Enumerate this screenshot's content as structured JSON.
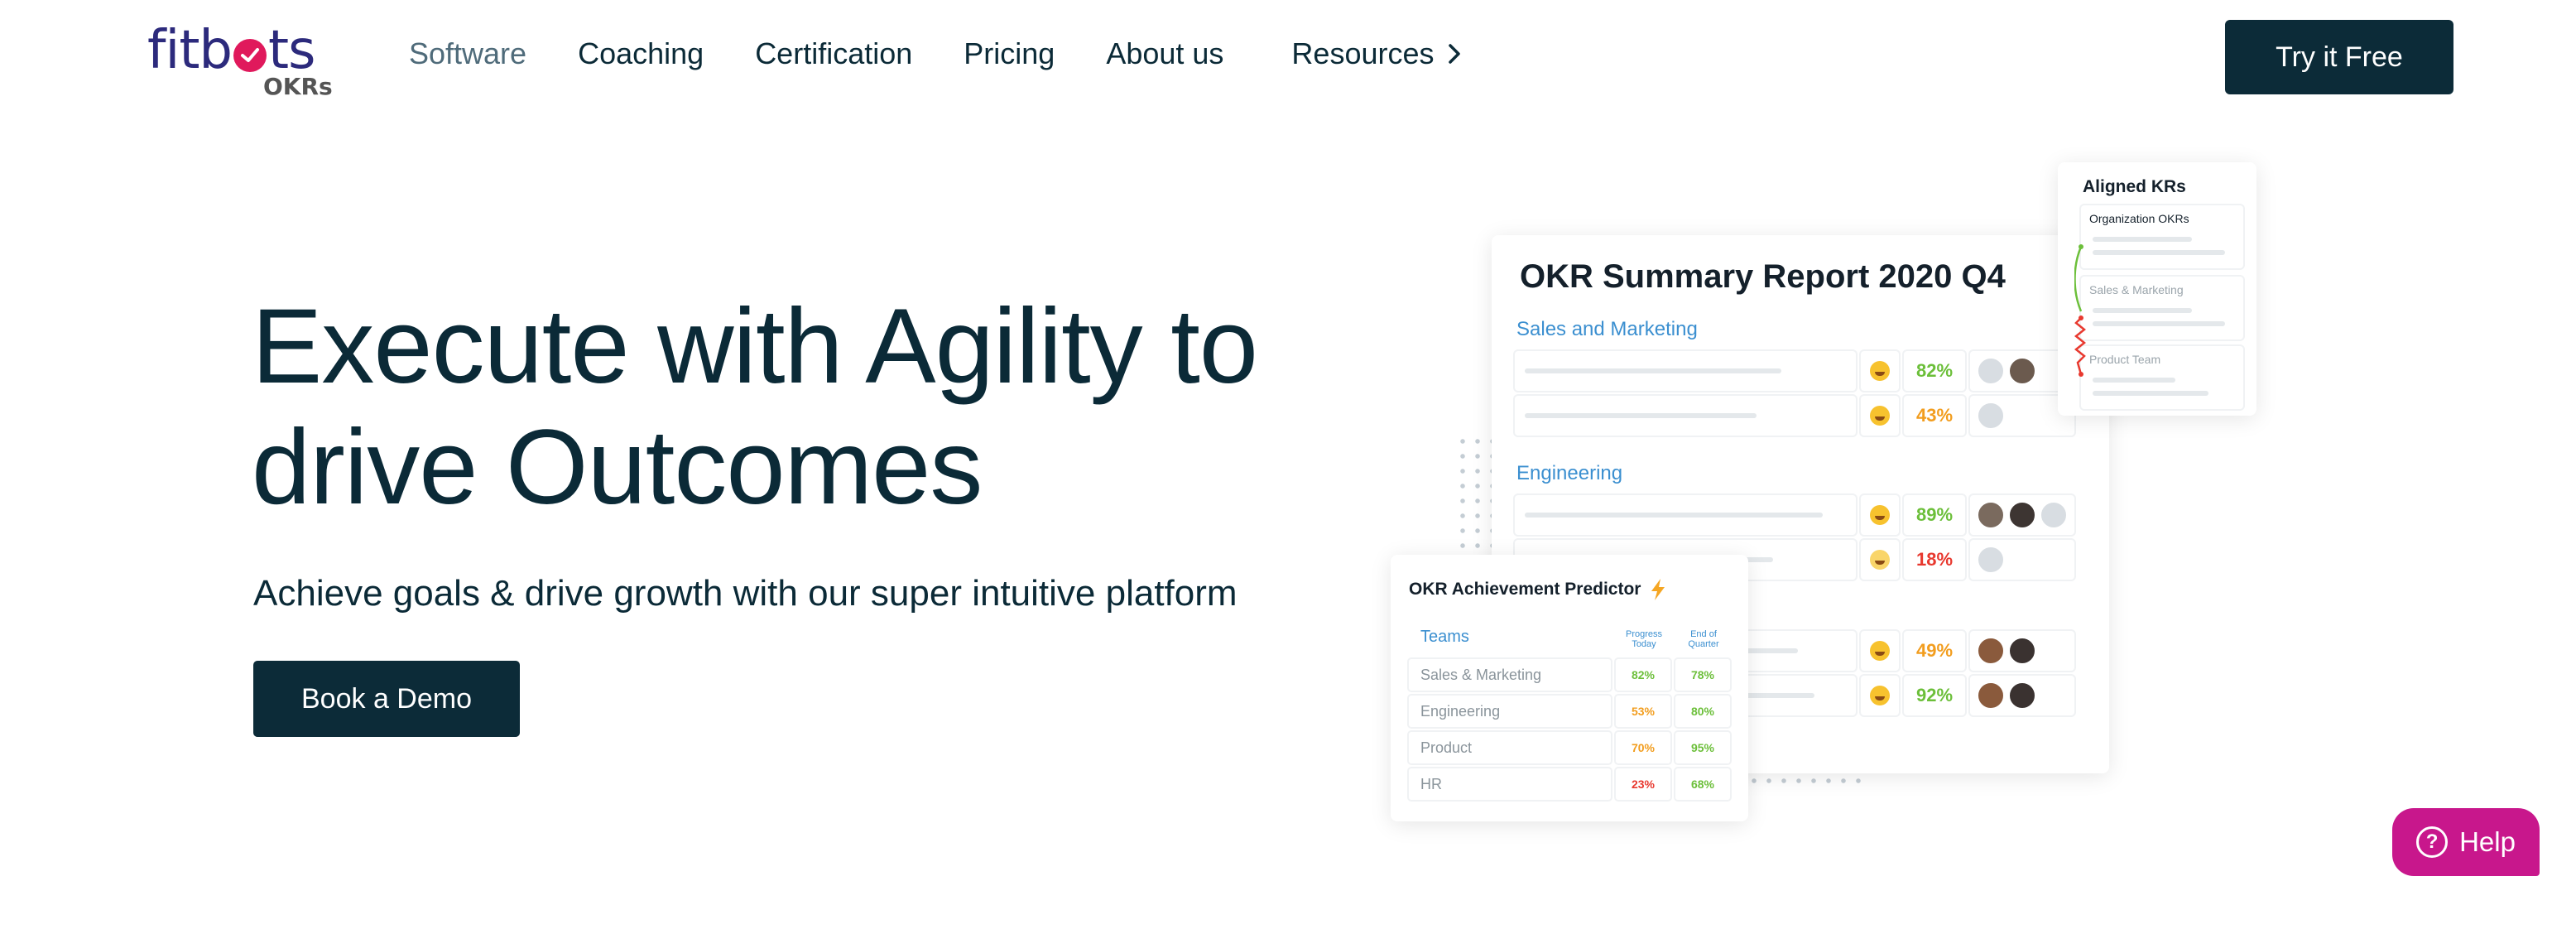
{
  "logo": {
    "word_pre": "fitb",
    "word_post": "ts",
    "sub": "OKRs",
    "accent": "#e0195c",
    "color": "#2c2a7c"
  },
  "nav": {
    "items": [
      "Software",
      "Coaching",
      "Certification",
      "Pricing",
      "About us"
    ],
    "resources": "Resources",
    "cta": "Try it Free"
  },
  "hero": {
    "title_line1": "Execute with Agility to",
    "title_line2": "drive Outcomes",
    "subtitle": "Achieve goals & drive growth with our super intuitive platform",
    "cta": "Book a Demo"
  },
  "summary_card": {
    "title": "OKR Summary Report 2020 Q4",
    "sections": [
      {
        "label": "Sales and Marketing",
        "rows": [
          {
            "pct": "82%",
            "color": "#6cbf3a"
          },
          {
            "pct": "43%",
            "color": "#f29d1e"
          }
        ]
      },
      {
        "label": "Engineering",
        "rows": [
          {
            "pct": "89%",
            "color": "#6cbf3a"
          },
          {
            "pct": "18%",
            "color": "#e8392f"
          }
        ]
      },
      {
        "label": "",
        "rows": [
          {
            "pct": "49%",
            "color": "#f29d1e"
          },
          {
            "pct": "92%",
            "color": "#6cbf3a"
          }
        ]
      }
    ]
  },
  "aligned_card": {
    "title": "Aligned KRs",
    "boxes": [
      "Organization OKRs",
      "Sales & Marketing",
      "Product Team"
    ]
  },
  "predictor_card": {
    "title": "OKR Achievement Predictor",
    "teams_label": "Teams",
    "col_progress": "Progress Today",
    "col_end": "End of Quarter",
    "rows": [
      {
        "team": "Sales & Marketing",
        "progress": "82%",
        "end": "78%",
        "pcolor": "#6cbf3a",
        "ecolor": "#6cbf3a"
      },
      {
        "team": "Engineering",
        "progress": "53%",
        "end": "80%",
        "pcolor": "#f29d1e",
        "ecolor": "#6cbf3a"
      },
      {
        "team": "Product",
        "progress": "70%",
        "end": "95%",
        "pcolor": "#f29d1e",
        "ecolor": "#6cbf3a"
      },
      {
        "team": "HR",
        "progress": "23%",
        "end": "68%",
        "pcolor": "#e8392f",
        "ecolor": "#6cbf3a"
      }
    ]
  },
  "help": {
    "label": "Help",
    "color": "#c8178c"
  },
  "icons": {
    "chevron": "chevron-right-icon",
    "help": "question-circle-icon",
    "bolt": "lightning-icon"
  }
}
